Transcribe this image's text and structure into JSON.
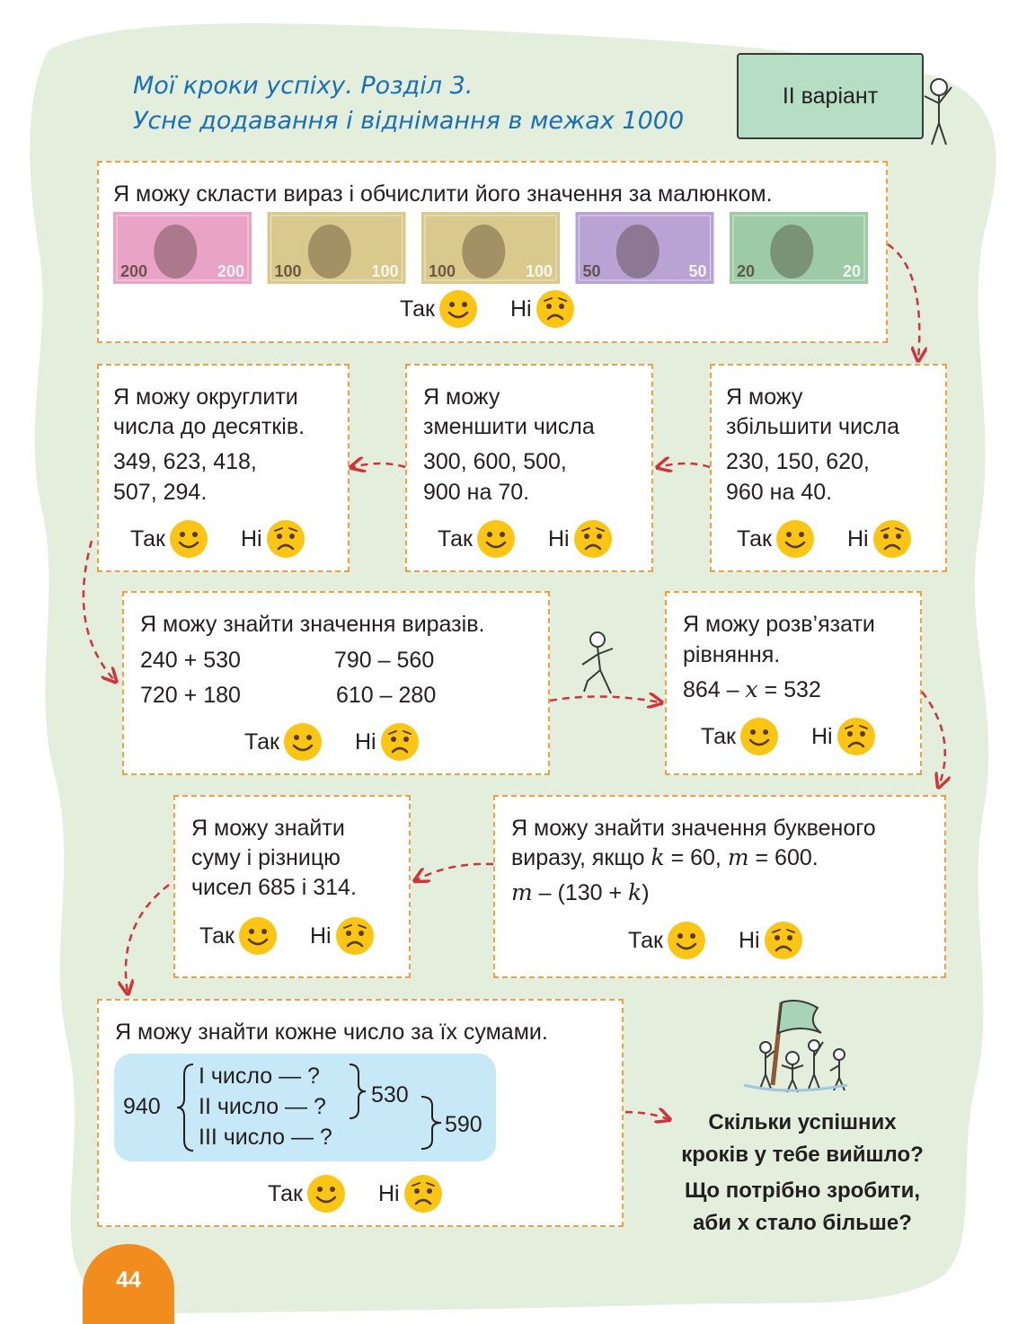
{
  "header": {
    "title_line1": "Мої кроки успіху. Розділ 3.",
    "title_line2": "Усне додавання і віднімання в межах 1000",
    "variant": "ІІ варіант"
  },
  "common": {
    "yes": "Так",
    "no": "Ні"
  },
  "blocks": {
    "money": {
      "text": "Я можу скласти вираз і обчислити його значення за малюнком.",
      "banknotes": [
        {
          "value": "200",
          "color": "#e9a3c6"
        },
        {
          "value": "100",
          "color": "#d9c98c"
        },
        {
          "value": "100",
          "color": "#d9c98c"
        },
        {
          "value": "50",
          "color": "#b9a3d4"
        },
        {
          "value": "20",
          "color": "#9ccba6"
        }
      ]
    },
    "round": {
      "line1": "Я можу округлити",
      "line2": "числа до десятків.",
      "line3": "349, 623, 418,",
      "line4": "507, 294."
    },
    "decrease": {
      "line1": "Я можу",
      "line2": "зменшити числа",
      "line3": "300, 600, 500,",
      "line4": "900 на 70."
    },
    "increase": {
      "line1": "Я можу",
      "line2": "збільшити числа",
      "line3": "230, 150, 620,",
      "line4": "960 на 40."
    },
    "expressions": {
      "text": "Я можу знайти значення виразів.",
      "e1": "240 + 530",
      "e2": "790 – 560",
      "e3": "720 + 180",
      "e4": "610 – 280"
    },
    "equation": {
      "line1": "Я можу розв’язати",
      "line2": "рівняння.",
      "eq_left": "864 – ",
      "eq_var": "x",
      "eq_right": " = 532"
    },
    "letter_expr": {
      "line1": "Я можу знайти значення буквеного",
      "line2_a": "виразу, якщо ",
      "k": "k",
      "line2_b": " = 60, ",
      "m": "m",
      "line2_c": " = 600.",
      "expr_m": "m",
      "expr_mid": " – (130 + ",
      "expr_k": "k",
      "expr_end": ")"
    },
    "sum_diff": {
      "line1": "Я можу знайти",
      "line2": "суму і різницю",
      "line3": "чисел 685 і 314."
    },
    "sums": {
      "text": "Я можу знайти кожне число за їх сумами.",
      "total": "940",
      "n1": "І число — ?",
      "n2": "ІІ число — ?",
      "n3": "ІІІ число — ?",
      "s12": "530",
      "s23": "590"
    }
  },
  "footer_note": {
    "line1": "Скільки успішних",
    "line2": "кроків у тебе вийшло?",
    "line3": "Що потрібно зробити,",
    "line4": "аби  х стало більше?"
  },
  "page_number": "44",
  "colors": {
    "background_blob": "#e3eedc",
    "dashed_border": "#f0a040",
    "arrow": "#d0343a",
    "title": "#1a6fb8",
    "variant_box": "#b6dec5",
    "page_badge": "#f28c1e",
    "scheme_bg": "#c7e8f6"
  }
}
